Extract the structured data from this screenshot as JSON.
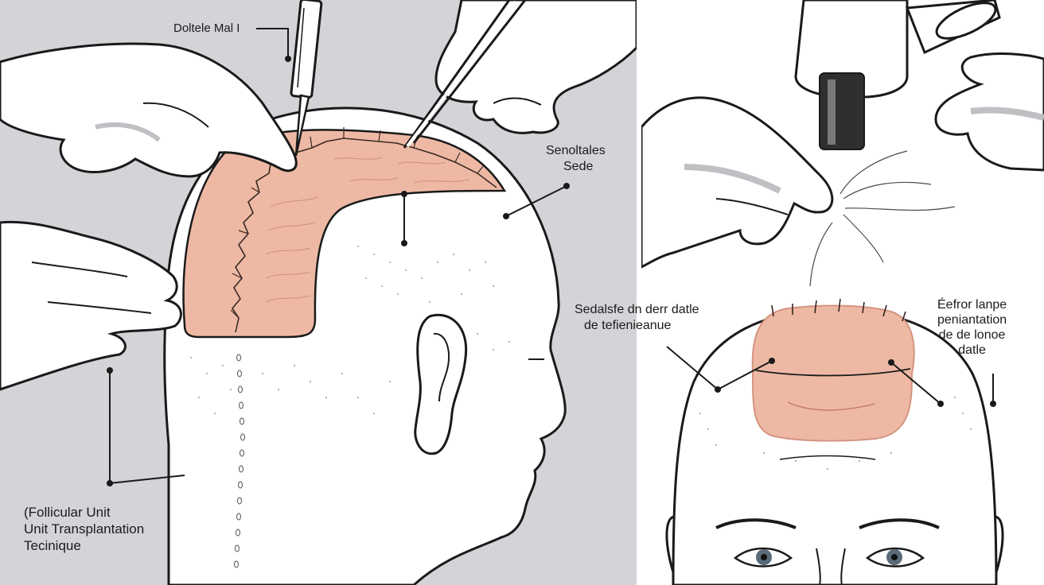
{
  "labels": {
    "top_instrument": "Doltele Mal I",
    "site_label": [
      "Senoltales",
      "Sede"
    ],
    "technique_label": [
      "(Follicular Unit",
      "Unit Transplantation",
      "Tecinique"
    ],
    "center_label": [
      "Sedalsfe dn derr datle",
      "de tefienieanue"
    ],
    "right_label": [
      "Éefror lanpe",
      "peniantation",
      "de de lonoe",
      "datle"
    ]
  },
  "colors": {
    "left_background": "#d3d4d8",
    "right_background": "#ffffff",
    "skin_outline": "#1a1a1a",
    "graft_pink": "#eeb9a4",
    "graft_pink_dark": "#d9957e",
    "hand_shadow": "#bfc0c4",
    "ink": "#1b1b1b"
  },
  "icons": {
    "scalpel": "scalpel-icon",
    "forceps": "forceps-icon",
    "microscope": "microscope-icon",
    "leader_dot": "leader-dot-icon"
  }
}
